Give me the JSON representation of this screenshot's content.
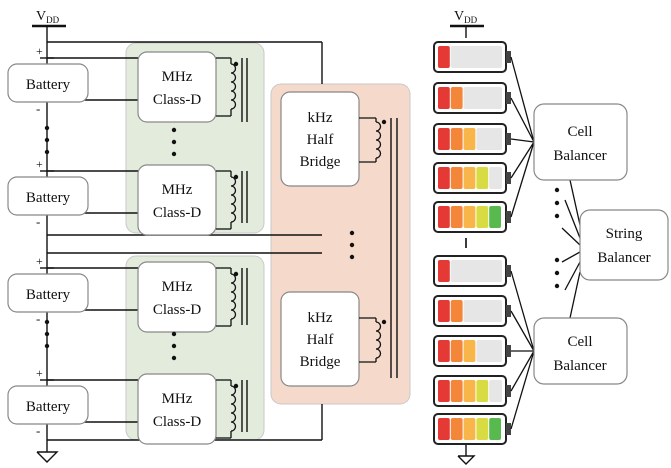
{
  "left_circuit": {
    "supply_label": {
      "main": "V",
      "sub": "DD"
    },
    "battery_label": "Battery",
    "plus_sign": "+",
    "minus_sign": "-",
    "mhz_line1": "MHz",
    "mhz_line2": "Class-D",
    "khz_line1": "kHz",
    "khz_line2": "Half",
    "khz_line3": "Bridge"
  },
  "right_circuit": {
    "supply_label": {
      "main": "V",
      "sub": "DD"
    },
    "cell_balancer_line1": "Cell",
    "cell_balancer_line2": "Balancer",
    "string_balancer_line1": "String",
    "string_balancer_line2": "Balancer",
    "cells": [
      {
        "level": 1
      },
      {
        "level": 2
      },
      {
        "level": 3
      },
      {
        "level": 4
      },
      {
        "level": 5
      },
      {
        "level": 1
      },
      {
        "level": 2
      },
      {
        "level": 3
      },
      {
        "level": 4
      },
      {
        "level": 5
      }
    ],
    "segment_colors": [
      "#e53935",
      "#f4863a",
      "#f7b54a",
      "#d8dc42",
      "#58b94f"
    ],
    "empty_color": "#e6e6e6"
  },
  "colors": {
    "mhz_panel": "#e3ebdd",
    "khz_panel": "#f5d9cb",
    "wire": "#111111"
  }
}
